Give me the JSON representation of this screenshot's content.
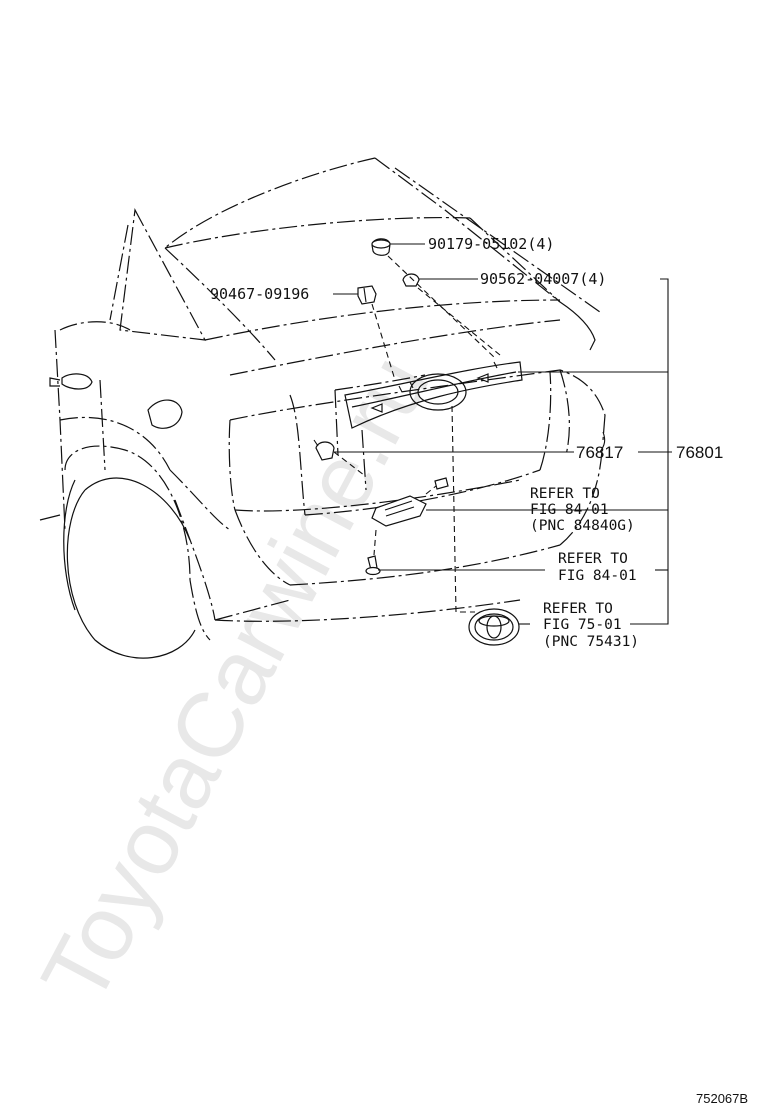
{
  "watermark": "ToyotaCarwine.ru",
  "parts": {
    "clip_top": "90179-05102(4)",
    "nut": "90562-04007(4)",
    "clip_side": "90467-09196",
    "garnish_a": "76817",
    "garnish_b": "76801",
    "license_lamp_ref": [
      "REFER TO",
      "FIG 84-01",
      "(PNC 84840G)"
    ],
    "screw_ref": [
      "REFER TO",
      "FIG 84-01"
    ],
    "emblem_ref": [
      "REFER TO",
      "FIG 75-01",
      "(PNC 75431)"
    ]
  },
  "figure_code": "752067B"
}
